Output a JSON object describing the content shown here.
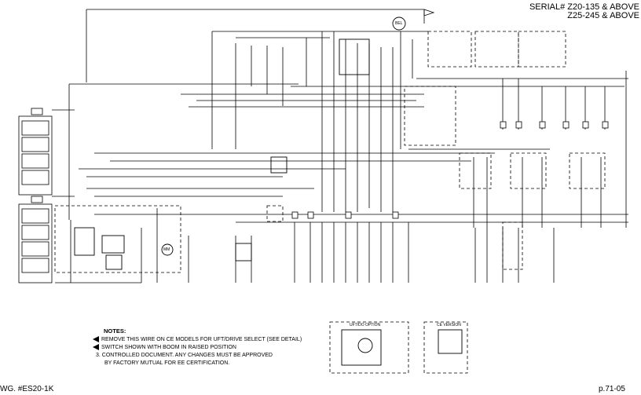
{
  "header": {
    "serial_line1": "SERIAL# Z20-135 & ABOVE",
    "serial_line2": "Z25-245 & ABOVE"
  },
  "notes": {
    "title": "NOTES:",
    "items": [
      {
        "marker": "1",
        "text": "REMOVE THIS WIRE ON CE MODELS FOR UFT/DRIVE SELECT (SEE DETAIL)"
      },
      {
        "marker": "2",
        "text": "SWITCH SHOWN WITH BOOM IN RAISED POSITION"
      },
      {
        "marker": "3.",
        "text": "CONTROLLED DOCUMENT. ANY CHANGES MUST BE APPROVED"
      },
      {
        "marker": "",
        "text": "BY FACTORY MUTUAL FOR EE CERTIFICATION."
      }
    ]
  },
  "details": {
    "uft_option": "UFT/DO OPTION",
    "ce_version": "CE VERSION"
  },
  "footer": {
    "drawing_number": "WG. #ES20-1K",
    "page": "p.71-05"
  },
  "components": {
    "motor_left": "MM",
    "motor_top": "BEL"
  }
}
